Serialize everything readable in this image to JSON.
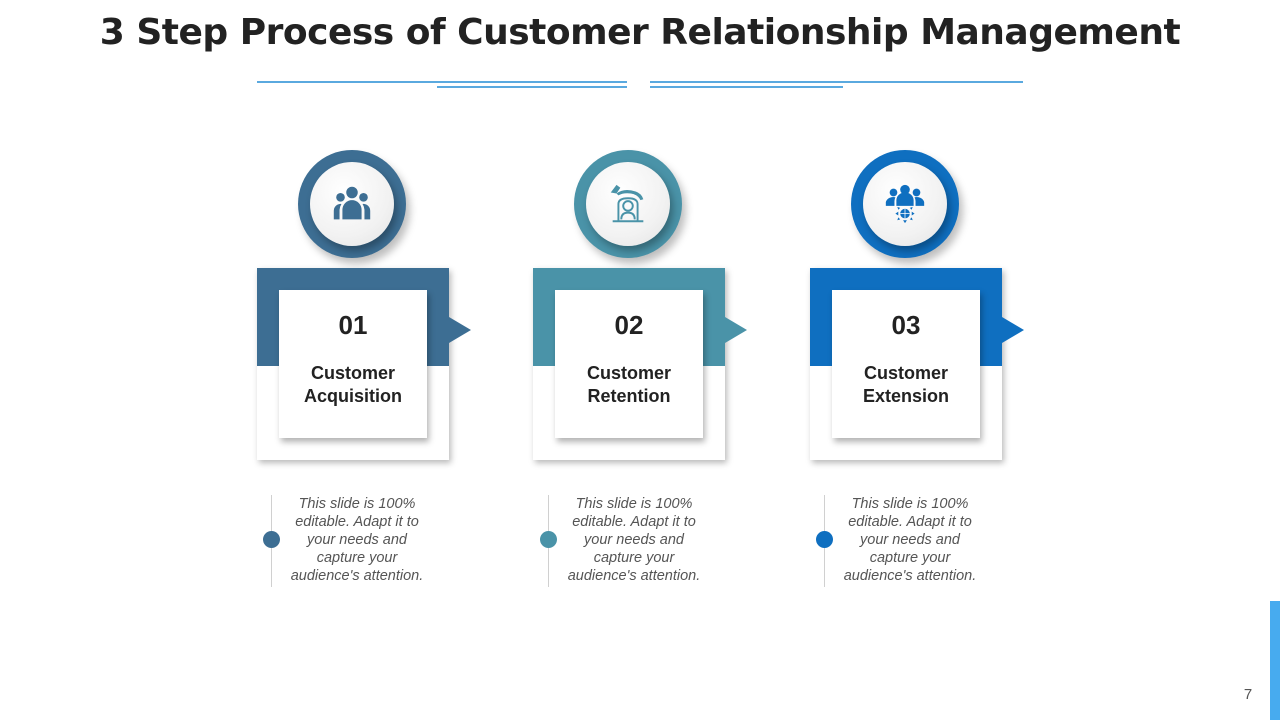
{
  "title": "3 Step Process of Customer Relationship Management",
  "colors": {
    "rule": "#5aa9df",
    "accent_bar": "#47abef"
  },
  "steps": [
    {
      "number": "01",
      "label_line1": "Customer",
      "label_line2": "Acquisition",
      "icon": "people-group-icon",
      "color": "#3d6e93",
      "description": "This slide is 100% editable. Adapt it to your needs and capture your audience's attention."
    },
    {
      "number": "02",
      "label_line1": "Customer",
      "label_line2": "Retention",
      "icon": "hand-protecting-person-icon",
      "color": "#4a93a8",
      "description": "This slide is 100% editable. Adapt it to your needs and capture your audience's attention."
    },
    {
      "number": "03",
      "label_line1": "Customer",
      "label_line2": "Extension",
      "icon": "network-group-icon",
      "color": "#0f6fc0",
      "description": "This slide is 100% editable. Adapt it to your needs and capture your audience's attention."
    }
  ],
  "page_number": "7"
}
